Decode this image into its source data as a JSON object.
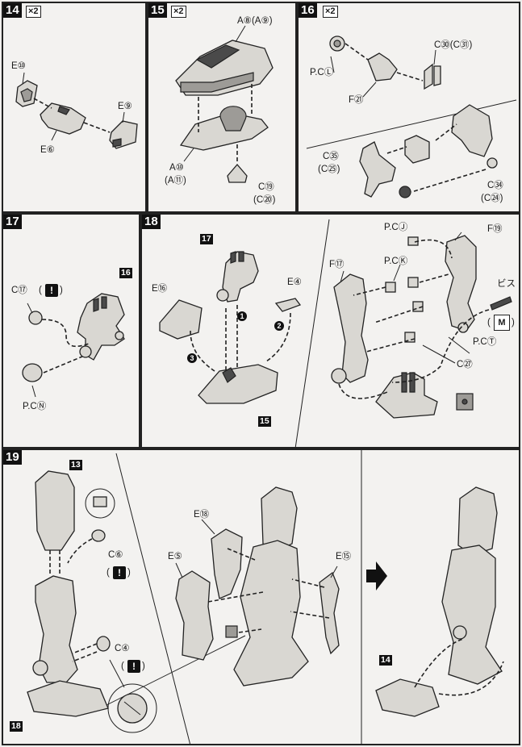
{
  "steps": {
    "s14": {
      "num": "14",
      "mult": "×2",
      "labels": {
        "e10": "E⑩",
        "e9": "E⑨",
        "e6": "E⑥"
      }
    },
    "s15": {
      "num": "15",
      "mult": "×2",
      "labels": {
        "a8": "A⑧(A⑨)",
        "a10": "A⑩",
        "a11": "(A⑪)",
        "c19": "C⑲",
        "c20": "(C⑳)"
      }
    },
    "s16": {
      "num": "16",
      "mult": "×2",
      "labels": {
        "pcl": "P.CⓁ",
        "c30": "C㉚(C㉛)",
        "f21": "F㉑",
        "c35": "C㉟",
        "c25": "(C㉕)",
        "c34": "C㉞",
        "c24": "(C㉔)"
      }
    },
    "s17": {
      "num": "17",
      "labels": {
        "c17": "C⑰",
        "pcn": "P.CⓃ",
        "ref16": "16"
      }
    },
    "s18": {
      "num": "18",
      "labels": {
        "ref17": "17",
        "e16": "E⑯",
        "e4": "E④",
        "ref15": "15",
        "pcj": "P.CⒿ",
        "pck": "P.CⓀ",
        "f19": "F⑲",
        "f17": "F⑰",
        "bisu": "ビス",
        "pct": "P.CⓉ",
        "c27": "C㉗",
        "seq1": "1",
        "seq2": "2",
        "seq3": "3"
      }
    },
    "s19": {
      "num": "19",
      "labels": {
        "ref13": "13",
        "c6": "C⑥",
        "c4": "C④",
        "ref18": "18",
        "e18": "E⑱",
        "e5": "E⑤",
        "e15": "E⑮",
        "ref14": "14"
      }
    }
  },
  "icons": {
    "caution": "!",
    "sticker": "M"
  }
}
